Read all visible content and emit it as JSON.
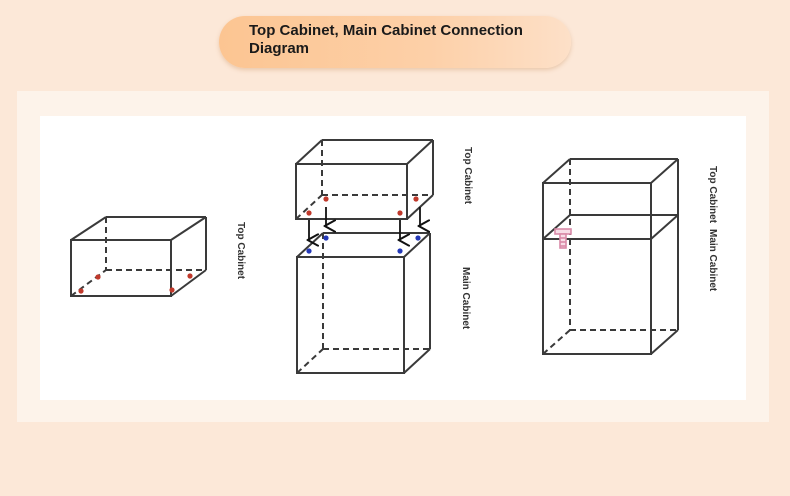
{
  "header": {
    "title": "Top Cabinet, Main Cabinet Connection Diagram"
  },
  "labels": {
    "left_top": "Top Cabinet",
    "mid_top": "Top Cabinet",
    "mid_main": "Main Cabinet",
    "right_top": "Top Cabinet",
    "right_main": "Main Cabinet"
  },
  "colors": {
    "edge": "#3a3a3a",
    "hole_red": "#c0392b",
    "hole_blue": "#2338b8",
    "connector": "#d98aa8",
    "arrow": "#111111"
  }
}
